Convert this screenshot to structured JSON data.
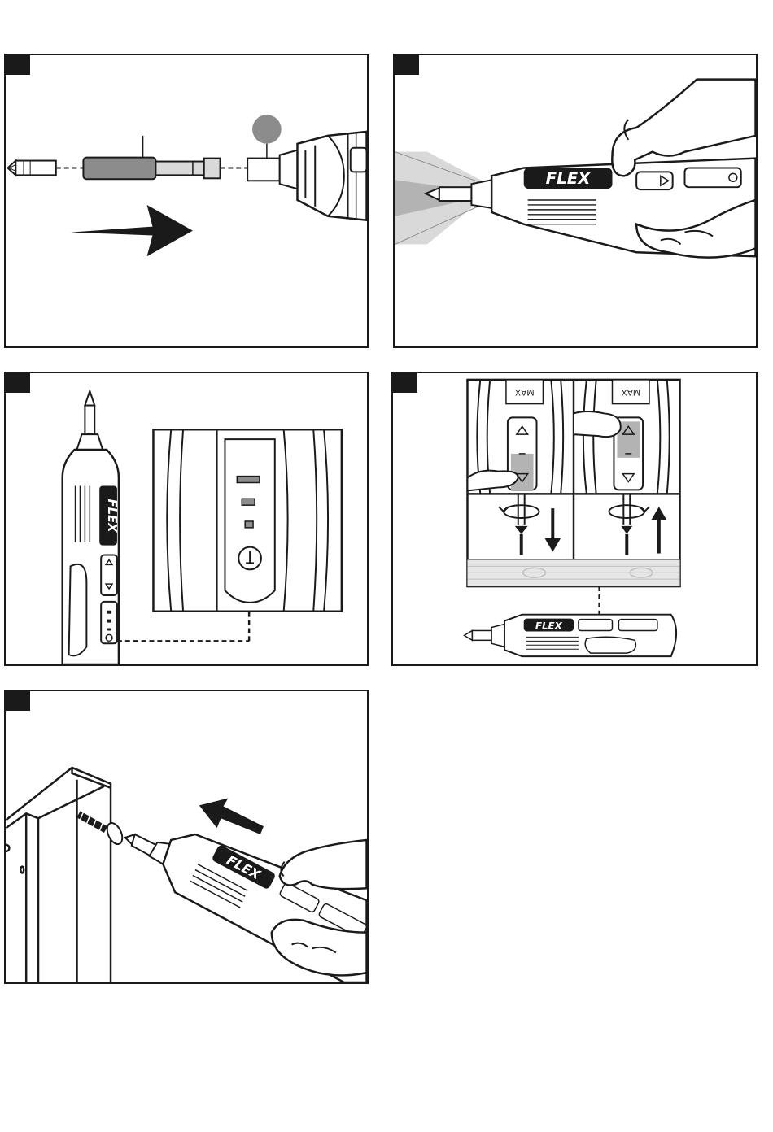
{
  "brand": "FLEX",
  "colors": {
    "ink": "#1a1a1a",
    "grey": "#8c8c8c",
    "light_grey": "#d9d9d9",
    "paper": "#ffffff"
  },
  "panels": [
    {
      "id": "bit-install",
      "icons": [
        "bit-icon",
        "bit-holder-icon",
        "drill-chuck-icon",
        "direction-arrow-icon"
      ]
    },
    {
      "id": "led-light",
      "icons": [
        "hand-icon",
        "screwdriver-icon",
        "light-beam-icon"
      ]
    },
    {
      "id": "battery-indicator",
      "icons": [
        "screwdriver-icon",
        "battery-level-icon",
        "power-icon"
      ]
    },
    {
      "id": "direction-switch",
      "labels": {
        "max_left": "MAX",
        "max_right": "MAX"
      },
      "icons": [
        "up-arrow-icon",
        "down-arrow-icon",
        "rotate-icon",
        "screw-icon"
      ]
    },
    {
      "id": "screw-driving",
      "icons": [
        "cabinet-icon",
        "screw-icon",
        "direction-arrow-icon",
        "hand-icon"
      ]
    }
  ]
}
